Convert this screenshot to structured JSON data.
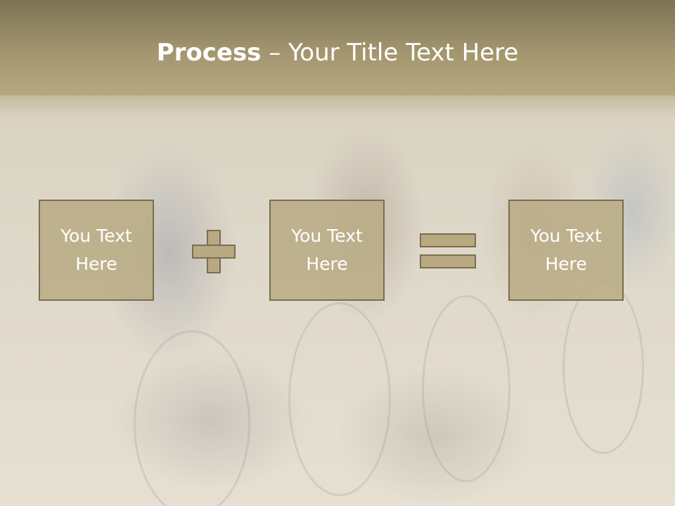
{
  "slide": {
    "title_bold": "Process",
    "title_rest": " – Your Title Text Here"
  },
  "process": {
    "boxes": [
      {
        "line1": "You Text",
        "line2": "Here"
      },
      {
        "line1": "You Text",
        "line2": "Here"
      },
      {
        "line1": "You Text",
        "line2": "Here"
      }
    ],
    "operators": [
      "plus-icon",
      "equals-icon"
    ]
  },
  "colors": {
    "title_band": "#a3966f",
    "box_fill": "#baac85",
    "box_border": "#7a6e4f",
    "text": "#ffffff"
  }
}
